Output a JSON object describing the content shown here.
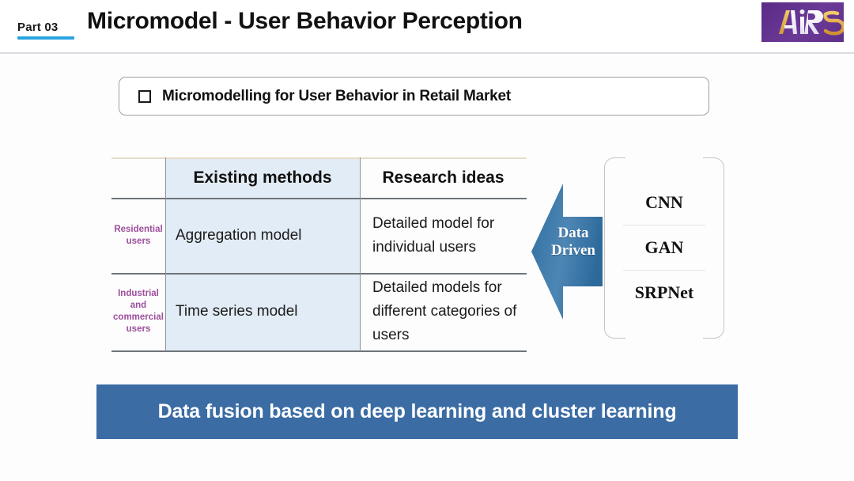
{
  "header": {
    "part_label": "Part 03",
    "title": "Micromodel - User Behavior Perception",
    "logo_text": "AIRS",
    "accent_color": "#29a4e0",
    "logo_bg": "#5b2a86"
  },
  "subtitle": {
    "bullet_icon": "square-bullet-icon",
    "text": "Micromodelling for User Behavior in Retail Market"
  },
  "table": {
    "columns": [
      "",
      "Existing methods",
      "Research ideas"
    ],
    "rows": [
      {
        "label": "Residential\nusers",
        "label_line1": "Residential",
        "label_line2": "users",
        "existing": "Aggregation model",
        "research": "Detailed model for individual users"
      },
      {
        "label_line1": "Industrial",
        "label_line2": "and",
        "label_line3": "commercial",
        "label_line4": "users",
        "existing": "Time series model",
        "research": "Detailed models for different categories of users"
      }
    ],
    "label_color": "#9c4f9c",
    "shade_color": "#e2ecf6"
  },
  "arrow": {
    "icon": "left-arrow-icon",
    "line1": "Data",
    "line2": "Driven",
    "color": "#3f78a8"
  },
  "panel": {
    "items": [
      "CNN",
      "GAN",
      "SRPNet"
    ]
  },
  "banner": {
    "text": "Data fusion based on deep learning and cluster learning",
    "color": "#3b6ca4"
  }
}
